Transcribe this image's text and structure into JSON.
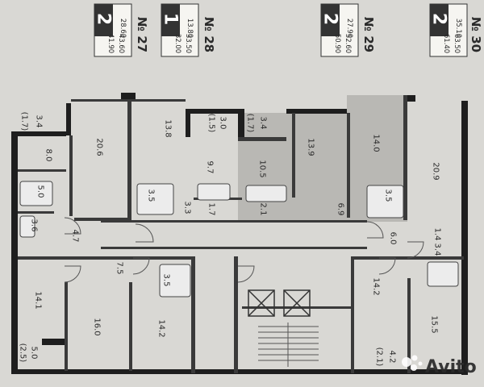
{
  "apartments": [
    {
      "number": "№ 27",
      "rooms": "2",
      "areas": [
        "28.60",
        "41.90",
        "43.60"
      ]
    },
    {
      "number": "№ 28",
      "rooms": "1",
      "areas": [
        "13.80",
        "32.00",
        "33.50"
      ]
    },
    {
      "number": "№ 29",
      "rooms": "2",
      "areas": [
        "27.90",
        "50.90",
        "52.60"
      ]
    },
    {
      "number": "№ 30",
      "rooms": "2",
      "areas": [
        "35.10",
        "61.40",
        "63.50"
      ]
    }
  ],
  "rooms": {
    "r_3_4_a": "3.4",
    "r_1_7_a": "(1.7)",
    "r_8_0": "8.0",
    "r_5_0_a": "5.0",
    "r_3_6": "3.6",
    "r_20_6": "20.6",
    "r_13_8": "13.8",
    "r_3_5_a": "3.5",
    "r_3_0": "3.0",
    "r_1_5": "(1.5)",
    "r_9_7": "9.7",
    "r_3_3": "3.3",
    "r_1_7_b": "1.7",
    "r_3_4_b": "3.4",
    "r_1_7_c": "(1.7)",
    "r_10_5": "10.5",
    "r_2_1_a": "2.1",
    "r_13_9": "13.9",
    "r_6_9": "6.9",
    "r_14_0": "14.0",
    "r_3_5_b": "3.5",
    "r_20_9": "20.9",
    "r_4_7": "4.7",
    "r_6_0": "6.0",
    "r_1_4": "1.4",
    "r_3_4_c": "3.4",
    "r_7_5": "7.5",
    "r_3_5_c": "3.5",
    "r_14_1": "14.1",
    "r_16_0": "16.0",
    "r_14_2_a": "14.2",
    "r_14_2_b": "14.2",
    "r_15_5": "15.5",
    "r_5_0_b": "5.0",
    "r_2_5": "(2.5)",
    "r_4_2": "4.2",
    "r_2_1_b": "(2.1)"
  },
  "watermark": "Avito",
  "colors": {
    "paper": "#d9d8d4",
    "wall": "#1e1e1e",
    "shaded_unit": "#b9b8b4",
    "tag_bg": "#f6f5f1"
  }
}
